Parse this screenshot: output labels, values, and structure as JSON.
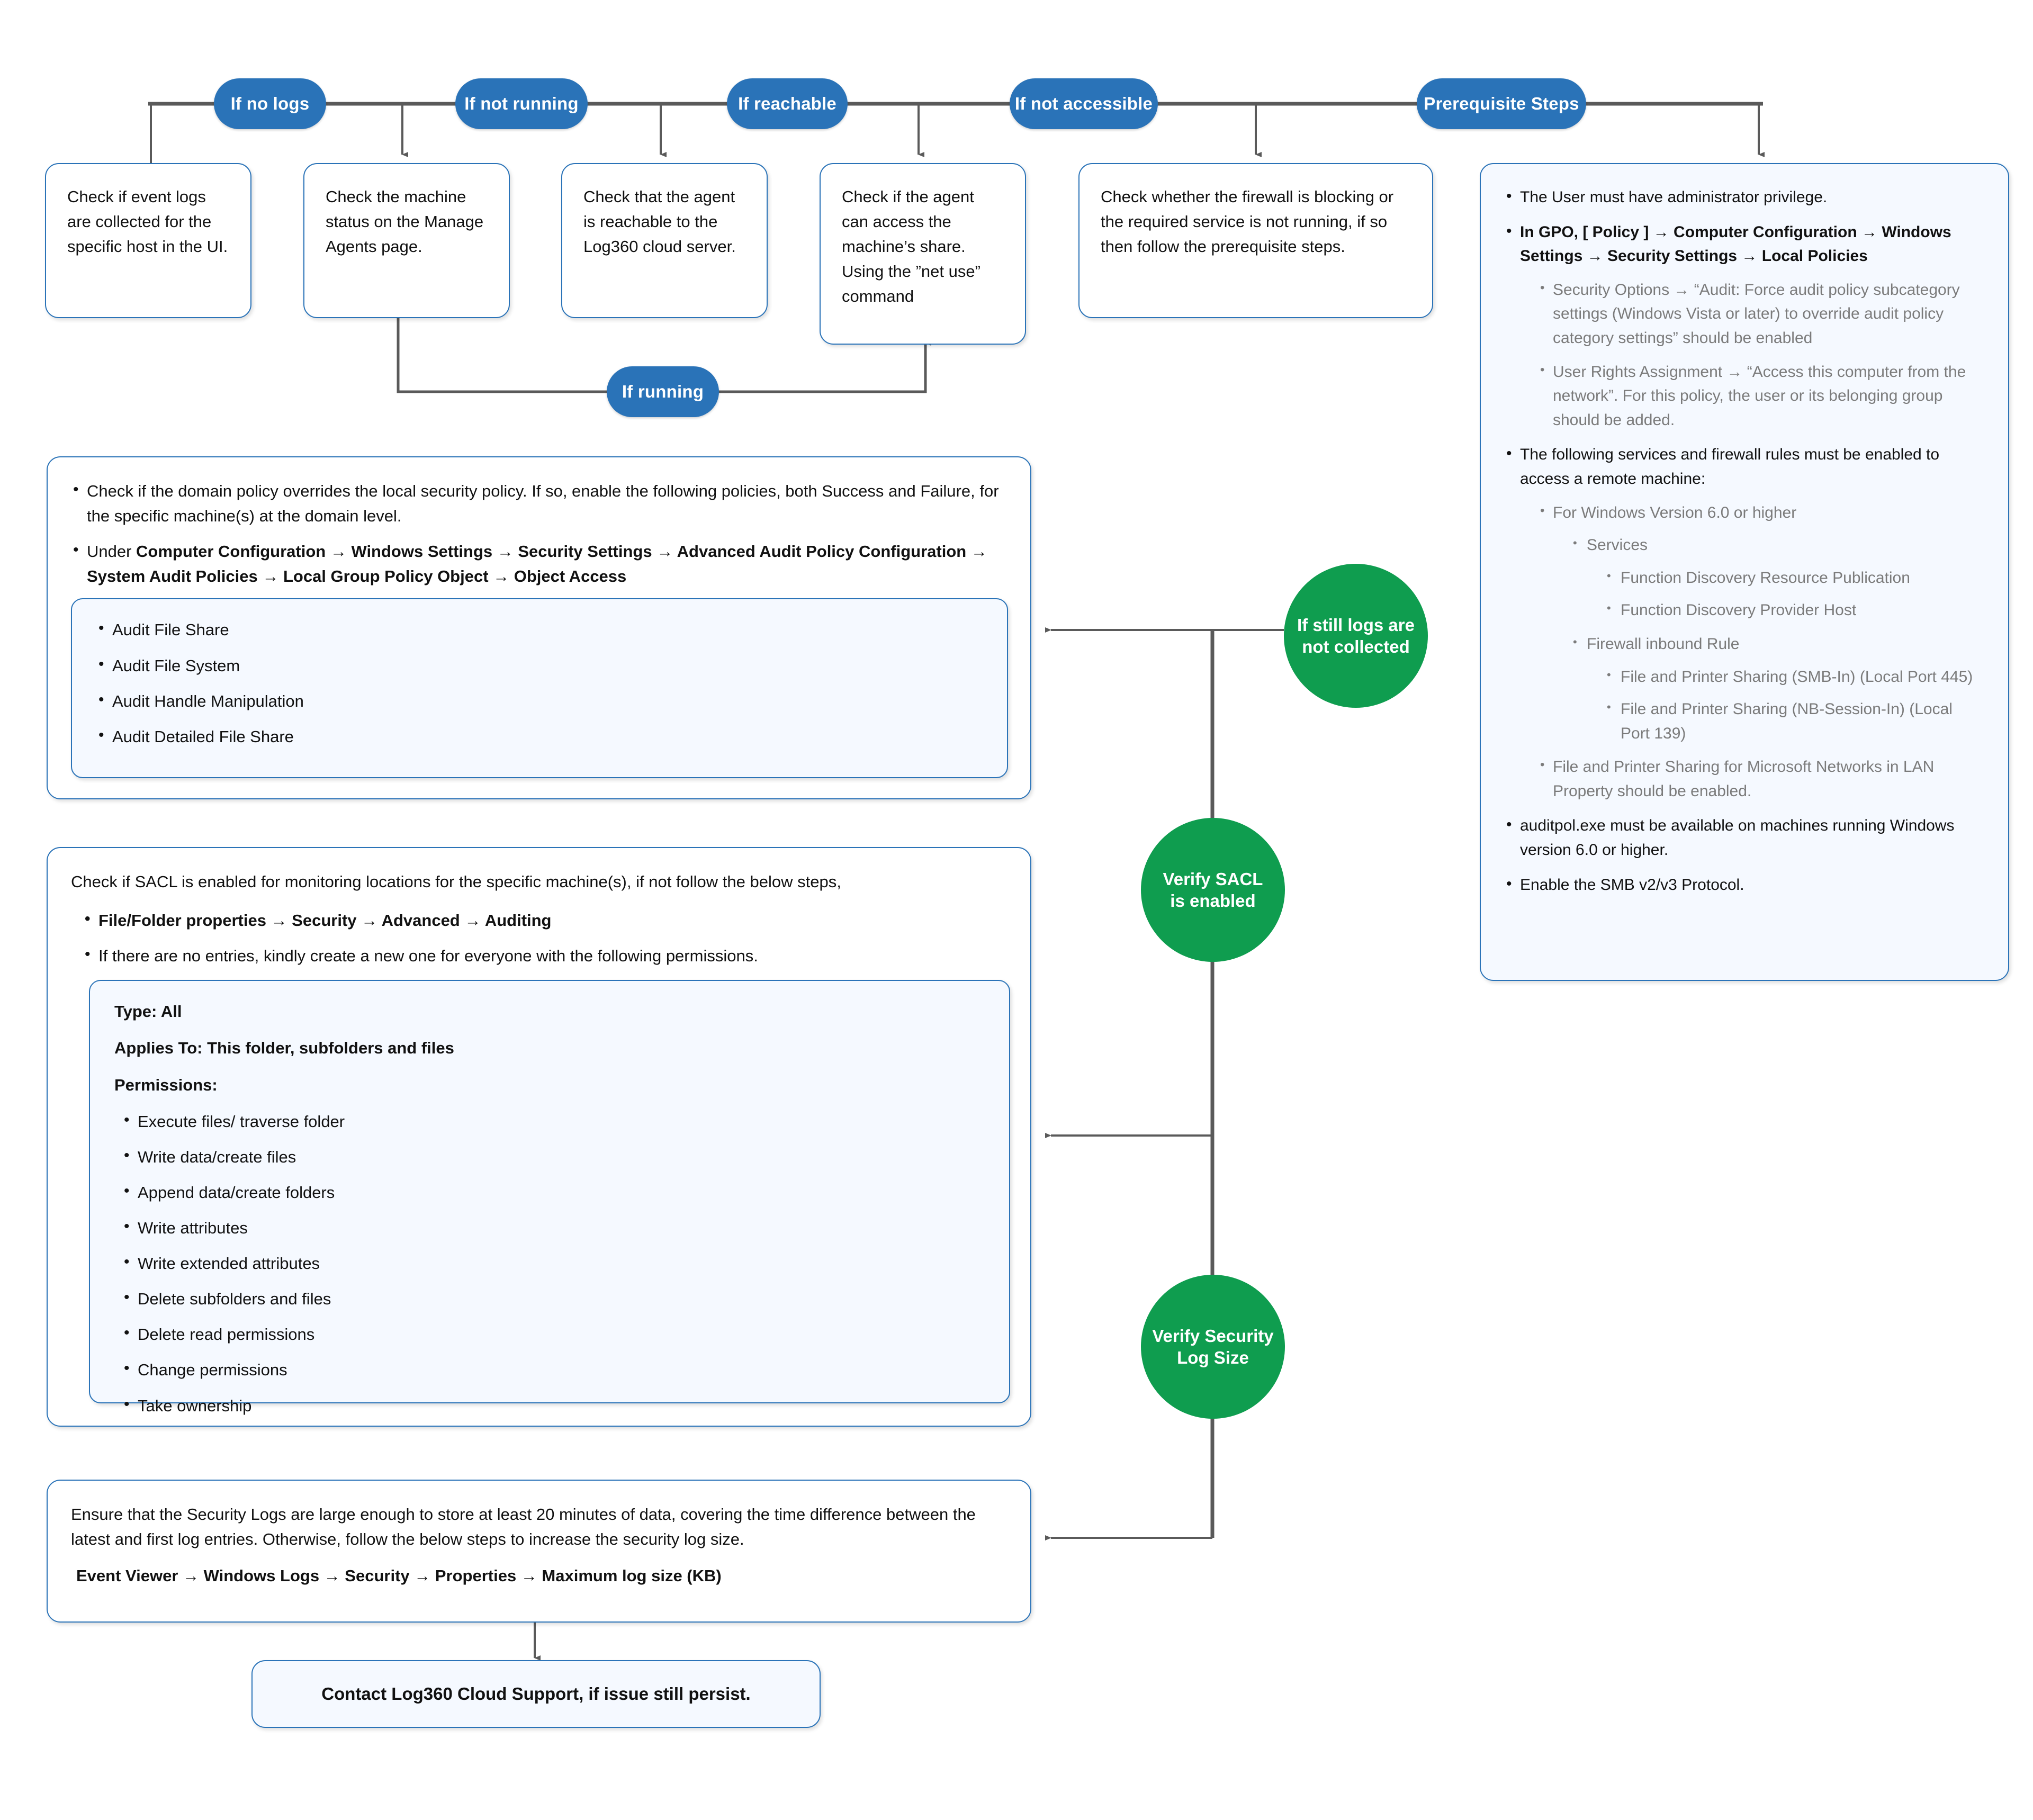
{
  "colors": {
    "pill_blue": "#2a73b8",
    "circle_green": "#0f9d4f",
    "card_border": "#2a73b8",
    "card_tint": "#f5f9ff",
    "connector_grey": "#5a5a5a"
  },
  "pills": [
    {
      "id": "if-no-logs",
      "label": "If no logs"
    },
    {
      "id": "if-not-running",
      "label": "If not running"
    },
    {
      "id": "if-reachable",
      "label": "If reachable"
    },
    {
      "id": "if-not-accessible",
      "label": "If not accessible"
    },
    {
      "id": "prerequisite-steps",
      "label": "Prerequisite Steps"
    },
    {
      "id": "if-running",
      "label": "If running"
    }
  ],
  "circles": [
    {
      "id": "still-logs-not-collected",
      "line1": "If still logs are",
      "line2": "not collected"
    },
    {
      "id": "verify-sacl",
      "line1": "Verify SACL",
      "line2": "is enabled"
    },
    {
      "id": "verify-log-size",
      "line1": "Verify Security",
      "line2": "Log Size"
    }
  ],
  "top_cards": [
    {
      "id": "check-event-logs",
      "text": "Check if event logs are collected for the specific host in the UI."
    },
    {
      "id": "check-machine-status",
      "text": "Check the machine status on the Manage Agents page."
    },
    {
      "id": "check-agent-reachable",
      "text": "Check that the agent is reachable to the Log360 cloud server."
    },
    {
      "id": "check-agent-share",
      "text": "Check if the agent can access the machine’s share. Using the ”net use” command"
    },
    {
      "id": "check-firewall",
      "text": "Check whether the firewall is blocking or the required service is not running, if so then follow the prerequisite steps."
    }
  ],
  "prereq_card": {
    "b1": "The User must have administrator privilege.",
    "b2": "In GPO, [ Policy ] → Computer Configuration → Windows Settings → Security Settings → Local Policies",
    "b2_sub": [
      "Security Options → “Audit: Force audit policy subcategory settings (Windows Vista or later) to override audit policy category settings” should be enabled",
      "User Rights Assignment → “Access this computer from the network”. For this policy, the user or its belonging group should be added."
    ],
    "b3": "The following services and firewall rules must be enabled to access a remote machine:",
    "b3_sub_title": "For Windows Version 6.0 or higher",
    "services_title": "Services",
    "services": [
      "Function Discovery Resource Publication",
      "Function Discovery Provider Host"
    ],
    "firewall_title": "Firewall inbound Rule",
    "firewall": [
      "File and Printer Sharing (SMB-In) (Local Port 445)",
      "File and Printer Sharing (NB-Session-In) (Local Port 139)"
    ],
    "lan_note": "File and Printer Sharing for Microsoft Networks in LAN Property should be enabled.",
    "b4": "auditpol.exe must be available on machines running Windows version 6.0 or higher.",
    "b5": "Enable the SMB v2/v3 Protocol."
  },
  "policy_card": {
    "b1": "Check if the domain policy overrides the local security policy. If so, enable the following policies, both Success and Failure, for the specific machine(s) at the domain level.",
    "b2_prefix": "Under ",
    "b2_bold": "Computer Configuration → Windows Settings → Security Settings → Advanced Audit Policy Configuration → System Audit Policies → Local Group Policy Object → Object Access",
    "audits": [
      "Audit File Share",
      "Audit File System",
      "Audit Handle Manipulation",
      "Audit Detailed File Share"
    ]
  },
  "sacl_card": {
    "lead": "Check if SACL is enabled for monitoring locations for the specific machine(s), if not follow the below steps,",
    "b1_bold": "File/Folder properties → Security → Advanced → Auditing",
    "b2": "If there are no entries, kindly create a new one for everyone with the following permissions.",
    "type_line": "Type: All",
    "applies_line": "Applies To: This folder, subfolders and files",
    "permissions_label": "Permissions:",
    "permissions": [
      "Execute files/ traverse folder",
      "Write data/create files",
      "Append data/create folders",
      "Write attributes",
      "Write extended attributes",
      "Delete subfolders and files",
      "Delete read permissions",
      "Change permissions",
      "Take ownership"
    ]
  },
  "logsize_card": {
    "p1": "Ensure that the Security Logs are large enough to store at least 20 minutes of data, covering the time difference between the latest and first log entries. Otherwise, follow the below steps to increase the security log size.",
    "p2_bold": "Event Viewer → Windows Logs → Security → Properties → Maximum log size (KB)"
  },
  "final_card": {
    "text": "Contact Log360 Cloud Support, if issue still persist."
  }
}
